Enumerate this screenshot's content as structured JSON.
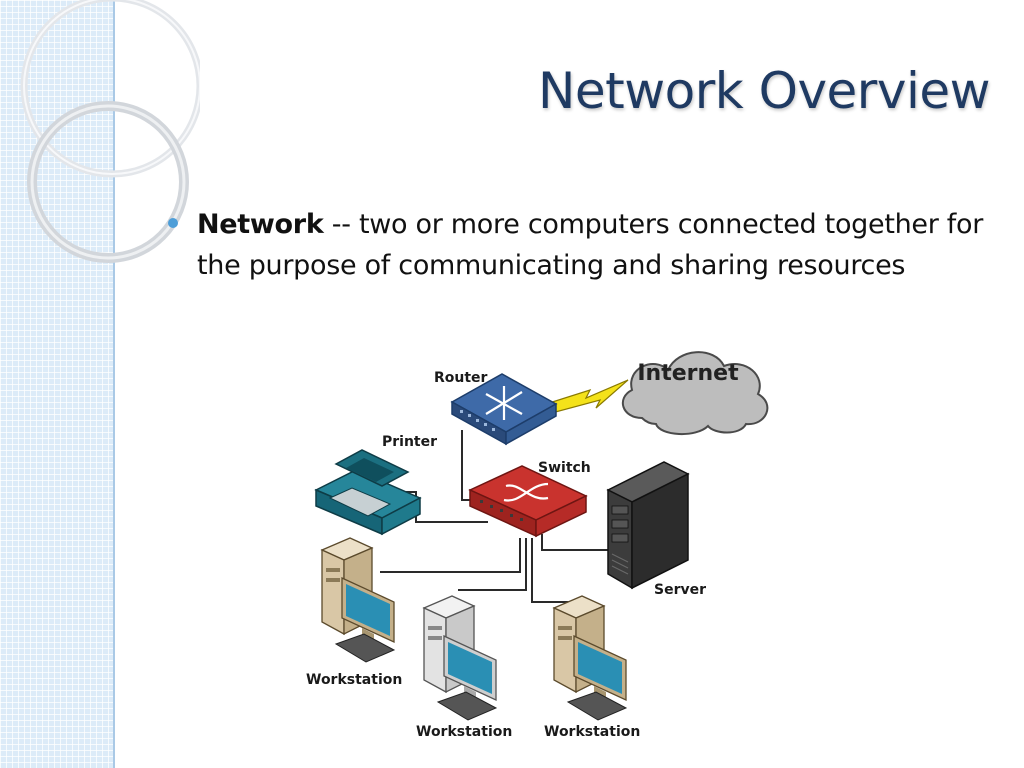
{
  "slide": {
    "title": "Network Overview",
    "bullet": {
      "term": "Network",
      "separator": " -- ",
      "definition": "two or more computers connected together for the purpose of communicating and sharing resources"
    }
  },
  "diagram": {
    "labels": {
      "router": "Router",
      "internet": "Internet",
      "printer": "Printer",
      "switch": "Switch",
      "server": "Server",
      "workstation_left": "Workstation",
      "workstation_center": "Workstation",
      "workstation_right": "Workstation"
    },
    "colors": {
      "router": "#3e6aa8",
      "switch": "#c9332e",
      "printer": "#1f7a8c",
      "server": "#2c2c2c",
      "workstation": "#d9c7a6",
      "monitor_screen": "#2a8fb4",
      "cloud": "#bdbdbd",
      "lightning": "#f4e21a"
    }
  }
}
